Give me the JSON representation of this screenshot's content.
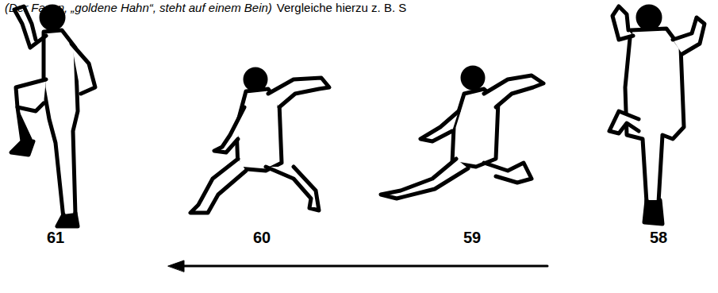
{
  "diagram": {
    "labels": [
      "(Der Fasan, „goldene Hahn“, steht auf einem Bein)",
      "Vergleiche hierzu z. B. S",
      "61",
      "60",
      "59",
      "58"
    ]
  }
}
